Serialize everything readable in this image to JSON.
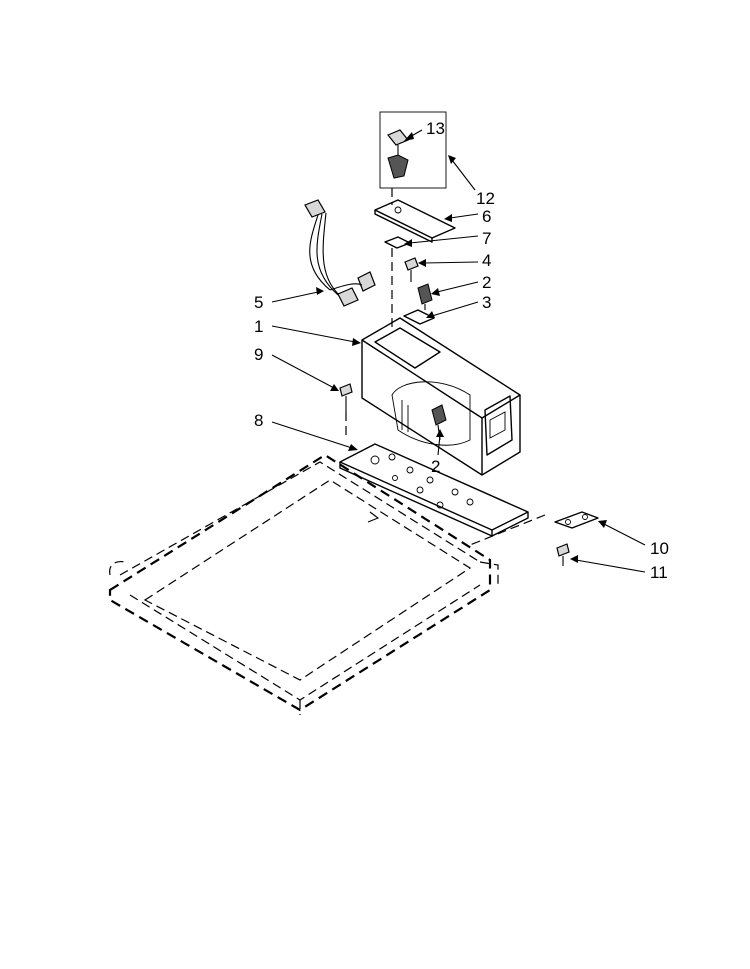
{
  "callouts": [
    {
      "id": "13",
      "label": "13"
    },
    {
      "id": "12",
      "label": "12"
    },
    {
      "id": "6",
      "label": "6"
    },
    {
      "id": "7",
      "label": "7"
    },
    {
      "id": "4",
      "label": "4"
    },
    {
      "id": "2a",
      "label": "2"
    },
    {
      "id": "3",
      "label": "3"
    },
    {
      "id": "5",
      "label": "5"
    },
    {
      "id": "1",
      "label": "1"
    },
    {
      "id": "9",
      "label": "9"
    },
    {
      "id": "8",
      "label": "8"
    },
    {
      "id": "2b",
      "label": "2"
    },
    {
      "id": "10",
      "label": "10"
    },
    {
      "id": "11",
      "label": "11"
    }
  ]
}
